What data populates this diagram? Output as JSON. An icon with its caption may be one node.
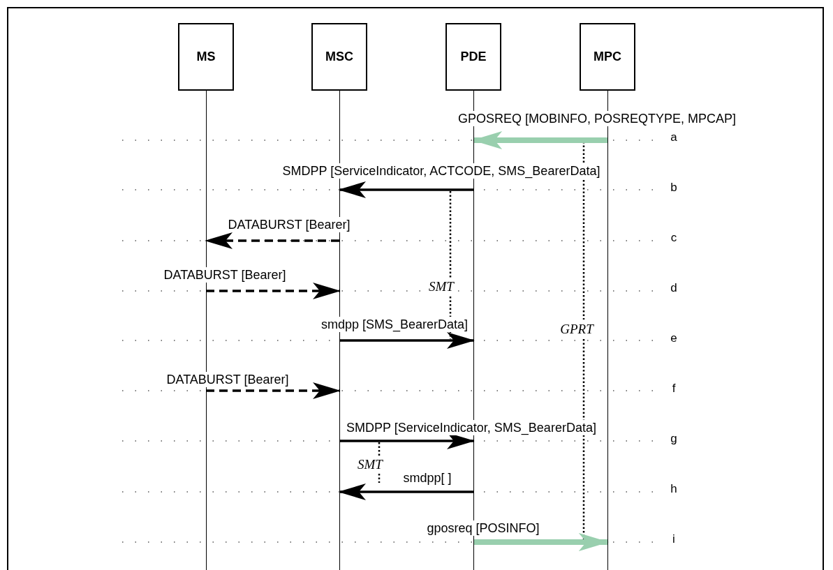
{
  "diagram": {
    "nodes": [
      {
        "text": [
          "MS"
        ]
      },
      {
        "text": [
          "MSC"
        ]
      },
      {
        "text": [
          "PDE"
        ]
      },
      {
        "text": [
          "MPC"
        ]
      }
    ],
    "edges": [
      {
        "from": 3,
        "to": 2,
        "arrow": "to",
        "label": "GPOSREQ [MOBINFO, POSREQTYPE, MPCAP]",
        "style": "thick",
        "color": "#99cfae"
      },
      {
        "from": 2,
        "to": 1,
        "arrow": "to",
        "label": "SMDPP [ServiceIndicator, ACTCODE, SMS_BearerData]"
      },
      {
        "from": 1,
        "to": 0,
        "arrow": "to",
        "label": "DATABURST [Bearer]",
        "style": "dashed"
      },
      {
        "from": 0,
        "to": 1,
        "arrow": "to",
        "label": "DATABURST [Bearer]",
        "style": "dashed"
      },
      {
        "from": 1,
        "to": 2,
        "arrow": "to",
        "label": "smdpp [SMS_BearerData]"
      },
      {
        "from": 0,
        "to": 1,
        "arrow": "to",
        "label": "DATABURST [Bearer]",
        "style": "dashed"
      },
      {
        "from": 1,
        "to": 2,
        "arrow": "to",
        "label": "SMDPP [ServiceIndicator, SMS_BearerData]"
      },
      {
        "from": 2,
        "to": 1,
        "arrow": "to",
        "label": "smdpp[ ]"
      },
      {
        "from": 2,
        "to": 3,
        "arrow": "to",
        "label": "gposreq [POSINFO]",
        "style": "thick",
        "color": "#99cfae"
      }
    ],
    "labels": [
      "a",
      "b",
      "c",
      "d",
      "SMT",
      "GPRT",
      "e",
      "f",
      "g",
      "SMT",
      "h",
      "i"
    ]
  }
}
